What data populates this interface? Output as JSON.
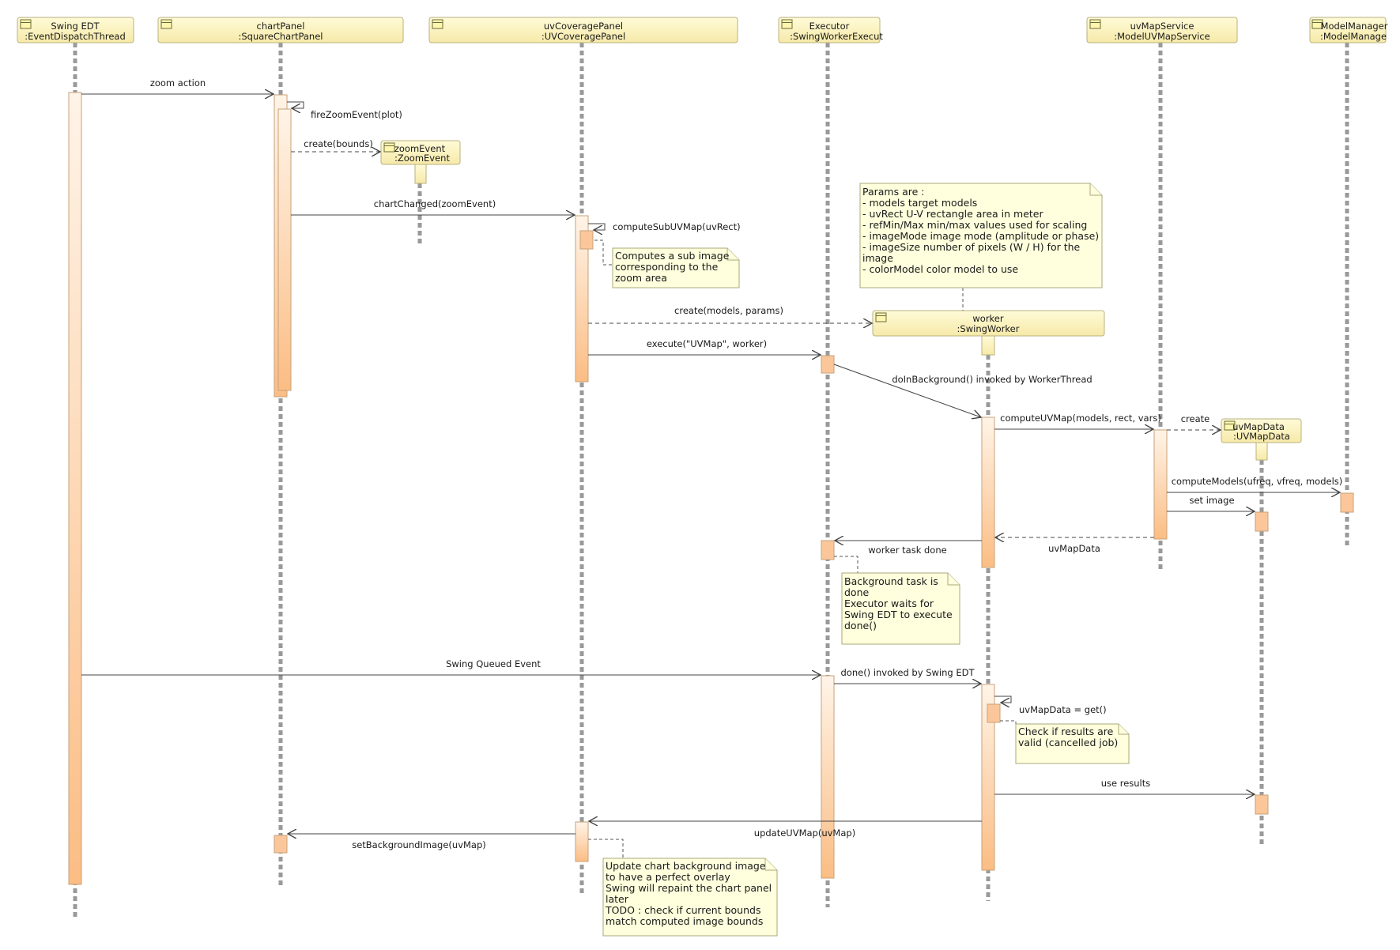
{
  "participants": [
    {
      "id": "edt",
      "name": "Swing EDT",
      "type": ":EventDispatchThread"
    },
    {
      "id": "chart",
      "name": "chartPanel",
      "type": ":SquareChartPanel"
    },
    {
      "id": "uvcov",
      "name": "uvCoveragePanel",
      "type": ":UVCoveragePanel"
    },
    {
      "id": "exec",
      "name": "Executor",
      "type": ":SwingWorkerExecut"
    },
    {
      "id": "uvms",
      "name": "uvMapService",
      "type": ":ModelUVMapService"
    },
    {
      "id": "mm",
      "name": "ModelManager",
      "type": ":ModelManage"
    }
  ],
  "created_objects": [
    {
      "id": "zoomEvent",
      "name": "zoomEvent",
      "type": ":ZoomEvent"
    },
    {
      "id": "worker",
      "name": "worker",
      "type": ":SwingWorker"
    },
    {
      "id": "uvMapData",
      "name": "uvMapData",
      "type": ":UVMapData"
    }
  ],
  "messages": [
    {
      "id": "m1",
      "label": "zoom action",
      "from": "edt",
      "to": "chart",
      "kind": "sync"
    },
    {
      "id": "m2",
      "label": "fireZoomEvent(plot)",
      "from": "chart",
      "to": "chart",
      "kind": "self"
    },
    {
      "id": "m3",
      "label": "create(bounds)",
      "from": "chart",
      "to": "zoomEvent",
      "kind": "create"
    },
    {
      "id": "m4",
      "label": "chartChanged(zoomEvent)",
      "from": "chart",
      "to": "uvcov",
      "kind": "sync"
    },
    {
      "id": "m5",
      "label": "computeSubUVMap(uvRect)",
      "from": "uvcov",
      "to": "uvcov",
      "kind": "self"
    },
    {
      "id": "m6",
      "label": "create(models, params)",
      "from": "uvcov",
      "to": "worker",
      "kind": "create"
    },
    {
      "id": "m7",
      "label": "execute(\"UVMap\", worker)",
      "from": "uvcov",
      "to": "exec",
      "kind": "sync"
    },
    {
      "id": "m8",
      "label": "doInBackground() invoked by WorkerThread",
      "from": "exec",
      "to": "worker",
      "kind": "async"
    },
    {
      "id": "m9",
      "label": "computeUVMap(models, rect, vars)",
      "from": "worker",
      "to": "uvms",
      "kind": "sync"
    },
    {
      "id": "m10",
      "label": "create",
      "from": "uvms",
      "to": "uvMapData",
      "kind": "create"
    },
    {
      "id": "m11",
      "label": "computeModels(ufreq, vfreq, models)",
      "from": "uvms",
      "to": "mm",
      "kind": "sync"
    },
    {
      "id": "m12",
      "label": "set image",
      "from": "uvms",
      "to": "uvMapData",
      "kind": "sync"
    },
    {
      "id": "m13",
      "label": "uvMapData",
      "from": "uvms",
      "to": "worker",
      "kind": "return"
    },
    {
      "id": "m14",
      "label": "worker task done",
      "from": "worker",
      "to": "exec",
      "kind": "sync"
    },
    {
      "id": "m15",
      "label": "Swing Queued Event",
      "from": "edt",
      "to": "exec",
      "kind": "sync"
    },
    {
      "id": "m16",
      "label": "done() invoked by Swing EDT",
      "from": "exec",
      "to": "worker",
      "kind": "sync"
    },
    {
      "id": "m17",
      "label": "uvMapData = get()",
      "from": "worker",
      "to": "worker",
      "kind": "self"
    },
    {
      "id": "m18",
      "label": "use results",
      "from": "worker",
      "to": "uvMapData",
      "kind": "sync"
    },
    {
      "id": "m19",
      "label": "updateUVMap(uvMap)",
      "from": "worker",
      "to": "uvcov",
      "kind": "sync"
    },
    {
      "id": "m20",
      "label": "setBackgroundImage(uvMap)",
      "from": "uvcov",
      "to": "chart",
      "kind": "sync"
    }
  ],
  "notes": [
    {
      "id": "n1",
      "lines": [
        "Computes a sub image",
        "corresponding to the",
        "zoom area"
      ]
    },
    {
      "id": "n2",
      "lines": [
        "Params are :",
        "- models target models",
        "- uvRect U-V rectangle area in meter",
        "- refMin/Max min/max values used for scaling",
        "- imageMode image mode (amplitude or phase)",
        "- imageSize number of pixels (W / H) for the",
        "image",
        "- colorModel color model to use"
      ]
    },
    {
      "id": "n3",
      "lines": [
        "Background task is",
        "done",
        "Executor waits for",
        "Swing EDT to execute",
        "done()"
      ]
    },
    {
      "id": "n4",
      "lines": [
        "Check if results are",
        "valid (cancelled job)"
      ]
    },
    {
      "id": "n5",
      "lines": [
        "Update chart background image",
        "to have a perfect overlay",
        "Swing will repaint the chart panel",
        "later",
        "TODO : check if current bounds",
        "match computed image bounds"
      ]
    }
  ]
}
